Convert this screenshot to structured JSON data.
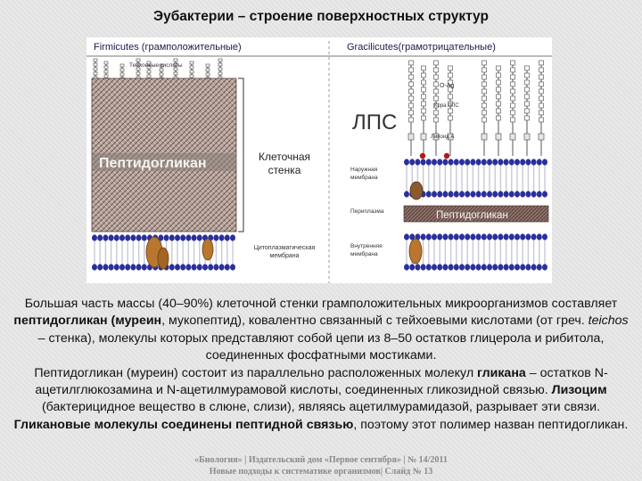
{
  "slide": {
    "title": "Эубактерии – строение поверхностных структур"
  },
  "figure": {
    "left_header": "Firmicutes (грамположительные)",
    "right_header": "Gracilicutes(грамотрицательные)",
    "label_teichoic": "Тейхоевые кислоты",
    "label_peptidoglycan_left": "Пептидогликан",
    "label_cell_wall_line1": "Клеточная",
    "label_cell_wall_line2": "стенка",
    "label_cyto_line1": "Цитоплазматическая",
    "label_cyto_line2": "мембрана",
    "label_lps": "ЛПС",
    "label_oag": "O-Ag",
    "label_core": "Кора ЛПС",
    "label_lipid_a": "Липоид А",
    "label_outer_line1": "Наружная",
    "label_outer_line2": "мембрана",
    "label_periplasm": "Периплазма",
    "label_peptidoglycan_right": "Пептидогликан",
    "label_inner_line1": "Внутренняя",
    "label_inner_line2": "мембрана",
    "colors": {
      "membrane_head": "#2b2f9c",
      "membrane_tail": "#c9c9d6",
      "peptidoglycan": "#9a7e74",
      "protein": "#b8762f",
      "lps_red": "#b01818"
    }
  },
  "text": {
    "p1_a": "Большая часть массы (40–90%) клеточной стенки грамположительных микроорганизмов составляет ",
    "p1_b": "пептидогликан (муреин",
    "p1_c": ", мукопептид), ковалентно связанный с тейхоевыми кислотами (от греч. ",
    "p1_d": "teichos",
    "p1_e": " – стенка), молекулы которых представляют собой цепи из 8–50 остатков глицерола и рибитола, соединенных фосфатными мостиками.",
    "p2_a": "Пептидогликан (муреин) состоит из параллельно расположенных молекул ",
    "p2_b": "гликана",
    "p2_c": " – остатков N-ацетилглюкозамина и N-ацетилмурамовой кислоты, соединенных гликозидной связью. ",
    "p2_d": "Лизоцим",
    "p2_e": " (бактерицидное вещество в слюне, слизи), являясь ацетилмурамидазой, разрывает эти связи. ",
    "p2_f": "Гликановые молекулы соединены пептидной связью",
    "p2_g": ", поэтому этот полимер назван пептидогликан."
  },
  "footer": {
    "line1": "«Биология» | Издательский дом «Первое сентября» | № 14/2011",
    "line2": "Новые подходы к систематике организмов| Слайд № 13"
  }
}
